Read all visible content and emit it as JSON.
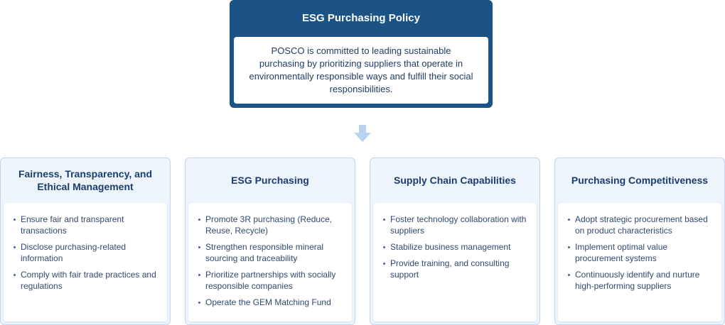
{
  "policy": {
    "title": "ESG Purchasing Policy",
    "text": "POSCO is committed to leading sustainable purchasing by prioritizing suppliers that operate in environmentally responsible ways and fulfill their social responsibilities."
  },
  "colors": {
    "header_navy": "#1b5386",
    "arrow": "#b9d2f0",
    "card_bg": "#eef4fc",
    "card_border": "#c3d5ee",
    "title_text": "#1a3d6e"
  },
  "pillars": [
    {
      "title": "Fairness, Transparency, and Ethical Management",
      "items": [
        "Ensure fair and transparent transactions",
        "Disclose purchasing-related information",
        "Comply with fair trade practices and regulations"
      ]
    },
    {
      "title": "ESG Purchasing",
      "items": [
        "Promote 3R purchasing (Reduce, Reuse, Recycle)",
        "Strengthen responsible mineral sourcing and traceability",
        "Prioritize partnerships with socially responsible companies",
        "Operate the GEM Matching Fund"
      ]
    },
    {
      "title": "Supply Chain Capabilities",
      "items": [
        "Foster technology collaboration with suppliers",
        "Stabilize business management",
        "Provide training, and consulting support"
      ]
    },
    {
      "title": "Purchasing Competitiveness",
      "items": [
        "Adopt strategic procurement based on product characteristics",
        "Implement optimal value procurement systems",
        "Continuously identify and nurture high-performing suppliers"
      ]
    }
  ]
}
